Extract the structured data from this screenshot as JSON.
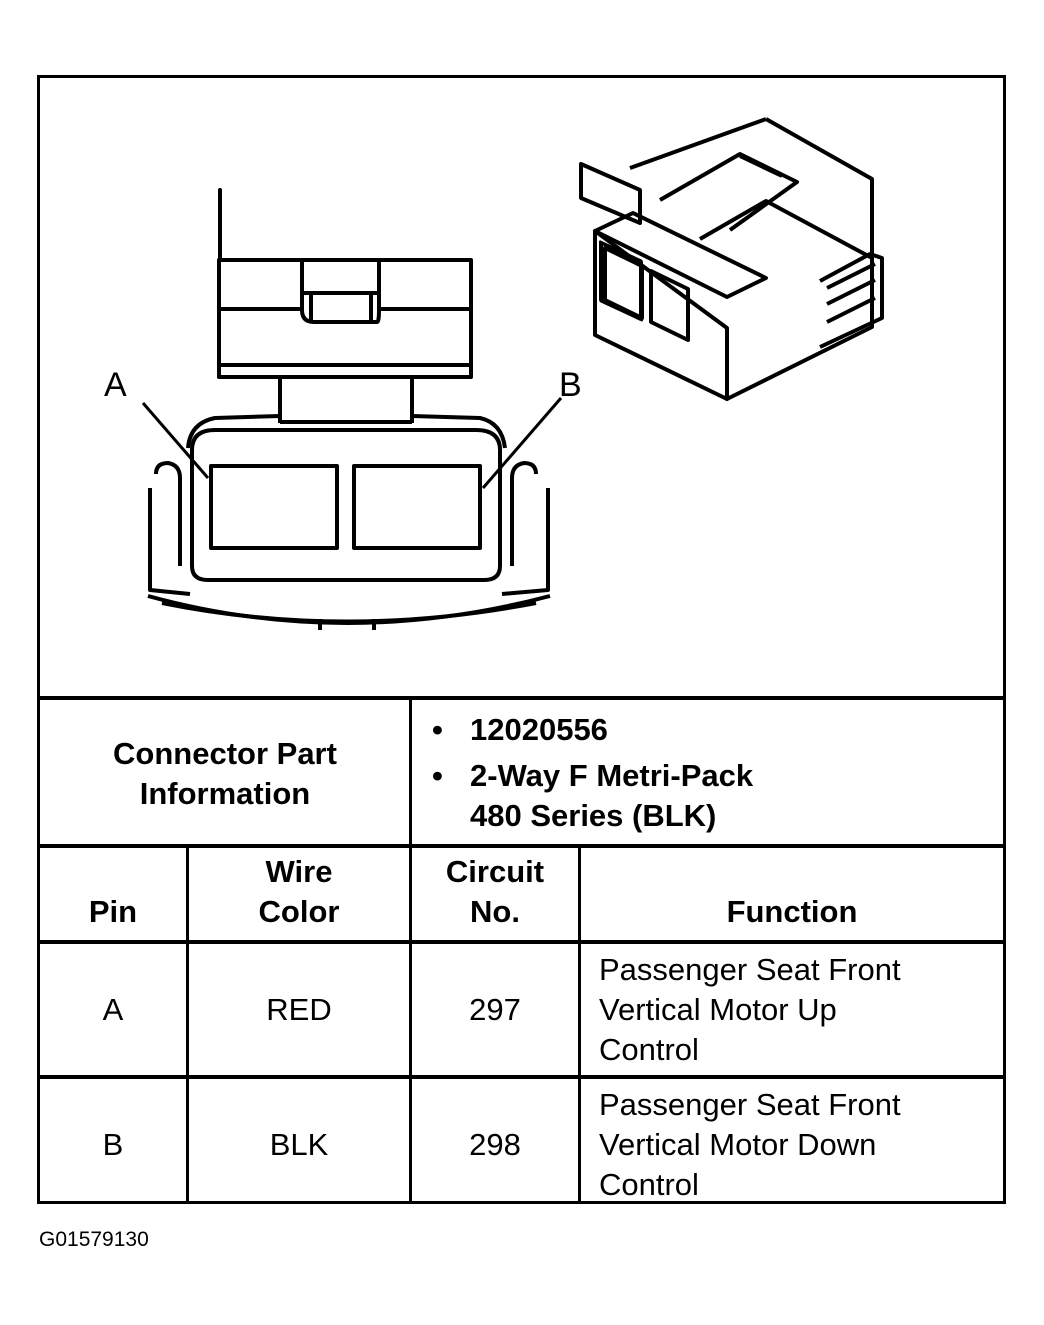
{
  "figure": {
    "pin_labels": [
      "A",
      "B"
    ],
    "views": [
      "front-face-view",
      "isometric-view"
    ]
  },
  "connector_info": {
    "label_line1": "Connector Part",
    "label_line2": "Information",
    "items": [
      {
        "text": "12020556"
      },
      {
        "text_line1": "2-Way F Metri-Pack",
        "text_line2": "480 Series (BLK)"
      }
    ]
  },
  "table": {
    "headers": [
      {
        "line1": "",
        "line2": "Pin"
      },
      {
        "line1": "Wire",
        "line2": "Color"
      },
      {
        "line1": "Circuit",
        "line2": "No."
      },
      {
        "line1": "",
        "line2": "Function"
      }
    ],
    "rows": [
      {
        "pin": "A",
        "wire_color": "RED",
        "circuit": "297",
        "function_lines": [
          "Passenger Seat Front",
          "Vertical Motor Up",
          "Control"
        ]
      },
      {
        "pin": "B",
        "wire_color": "BLK",
        "circuit": "298",
        "function_lines": [
          "Passenger Seat Front",
          "Vertical Motor Down",
          "Control"
        ]
      }
    ]
  },
  "footer": {
    "figure_id": "G01579130"
  }
}
